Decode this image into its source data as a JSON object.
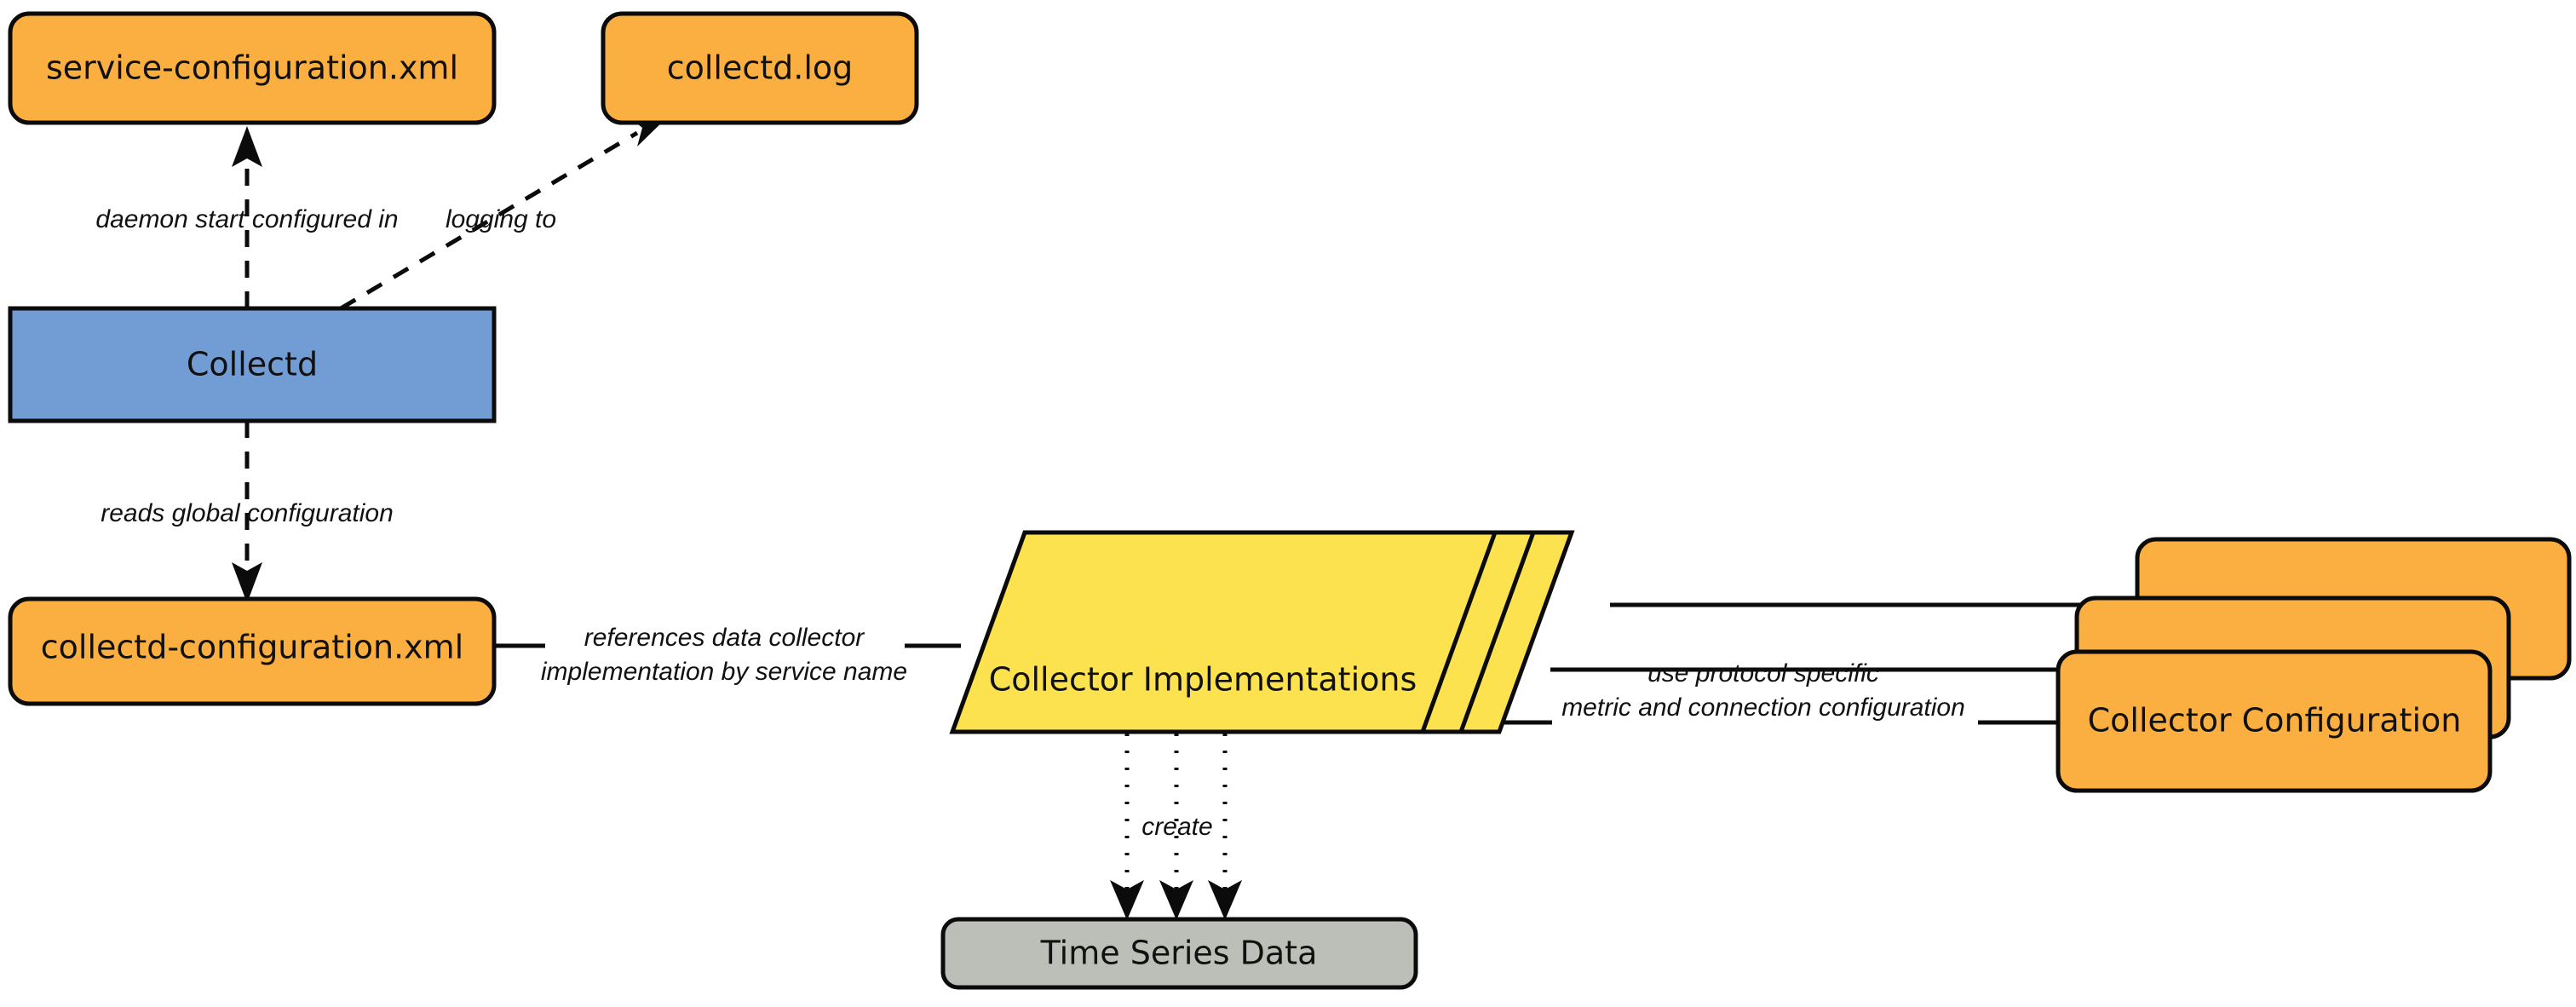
{
  "diagram": {
    "colors": {
      "orange": "#FBAF41",
      "blue": "#729CD4",
      "yellow": "#FBE24E",
      "gray": "#BCBFB8",
      "stroke": "#0B0B0B",
      "background": "#FFFFFF"
    },
    "nodes": {
      "service_configuration_xml": {
        "label": "service-configuration.xml"
      },
      "collectd_log": {
        "label": "collectd.log"
      },
      "collectd": {
        "label": "Collectd"
      },
      "collectd_configuration_xml": {
        "label": "collectd-configuration.xml"
      },
      "collector_implementations": {
        "label": "Collector Implementations"
      },
      "collector_configuration": {
        "label": "Collector   Configuration"
      },
      "time_series_data": {
        "label": "Time Series Data"
      }
    },
    "edges": {
      "daemon_start_configured_in": {
        "label": "daemon start configured in"
      },
      "logging_to": {
        "label": "logging to"
      },
      "reads_global_configuration": {
        "label": "reads global configuration"
      },
      "references_data_collector_line1": {
        "label": "references data collector"
      },
      "references_data_collector_line2": {
        "label": "implementation by service name"
      },
      "use_protocol_specific_line1": {
        "label": "use protocol specific"
      },
      "use_protocol_specific_line2": {
        "label": "metric and connection configuration"
      },
      "create": {
        "label": "create"
      }
    }
  }
}
